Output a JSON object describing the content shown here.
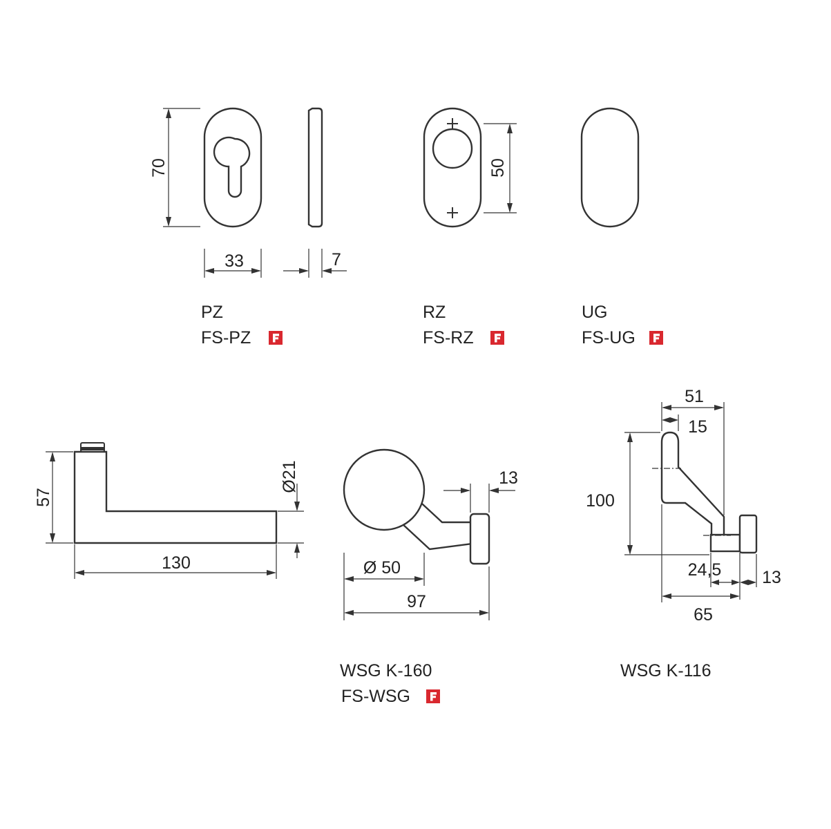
{
  "top_row": {
    "pz": {
      "label": "PZ",
      "label_fs": "FS-PZ",
      "dim_height": "70",
      "dim_width": "33",
      "dim_thickness": "7"
    },
    "rz": {
      "label": "RZ",
      "label_fs": "FS-RZ",
      "dim_hole_spacing": "50"
    },
    "ug": {
      "label": "UG",
      "label_fs": "FS-UG"
    }
  },
  "bottom_row": {
    "lever": {
      "dim_height": "57",
      "dim_length": "130",
      "dim_diameter": "Ø21"
    },
    "wsg_k160": {
      "label": "WSG K-160",
      "label_fs": "FS-WSG",
      "dim_diameter": "Ø 50",
      "dim_length": "97",
      "dim_rose": "13"
    },
    "wsg_k116": {
      "label": "WSG K-116",
      "dim_top": "51",
      "dim_offset": "15",
      "dim_height": "100",
      "dim_mid": "24,5",
      "dim_rose": "13",
      "dim_length": "65"
    }
  },
  "fire_badge": {
    "letter": "F",
    "color": "#d9282f"
  }
}
